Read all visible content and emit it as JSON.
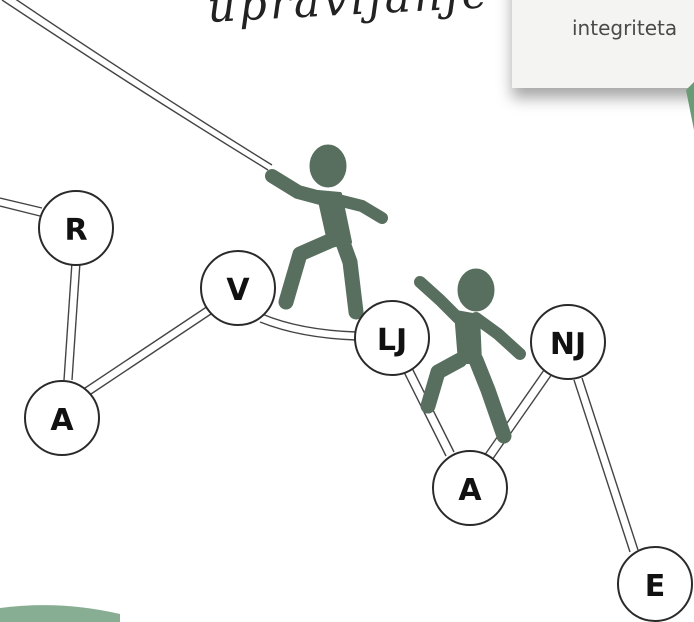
{
  "heading": {
    "script_text": "upravljanje"
  },
  "card": {
    "text": "integriteta"
  },
  "nodes": [
    {
      "id": "r",
      "label": "R"
    },
    {
      "id": "a1",
      "label": "A"
    },
    {
      "id": "v",
      "label": "V"
    },
    {
      "id": "lj",
      "label": "LJ"
    },
    {
      "id": "nj",
      "label": "NJ"
    },
    {
      "id": "a2",
      "label": "A"
    },
    {
      "id": "e",
      "label": "E"
    }
  ],
  "colors": {
    "figure": "#586f5f",
    "accent": "#6b9a77",
    "line": "#444444"
  }
}
